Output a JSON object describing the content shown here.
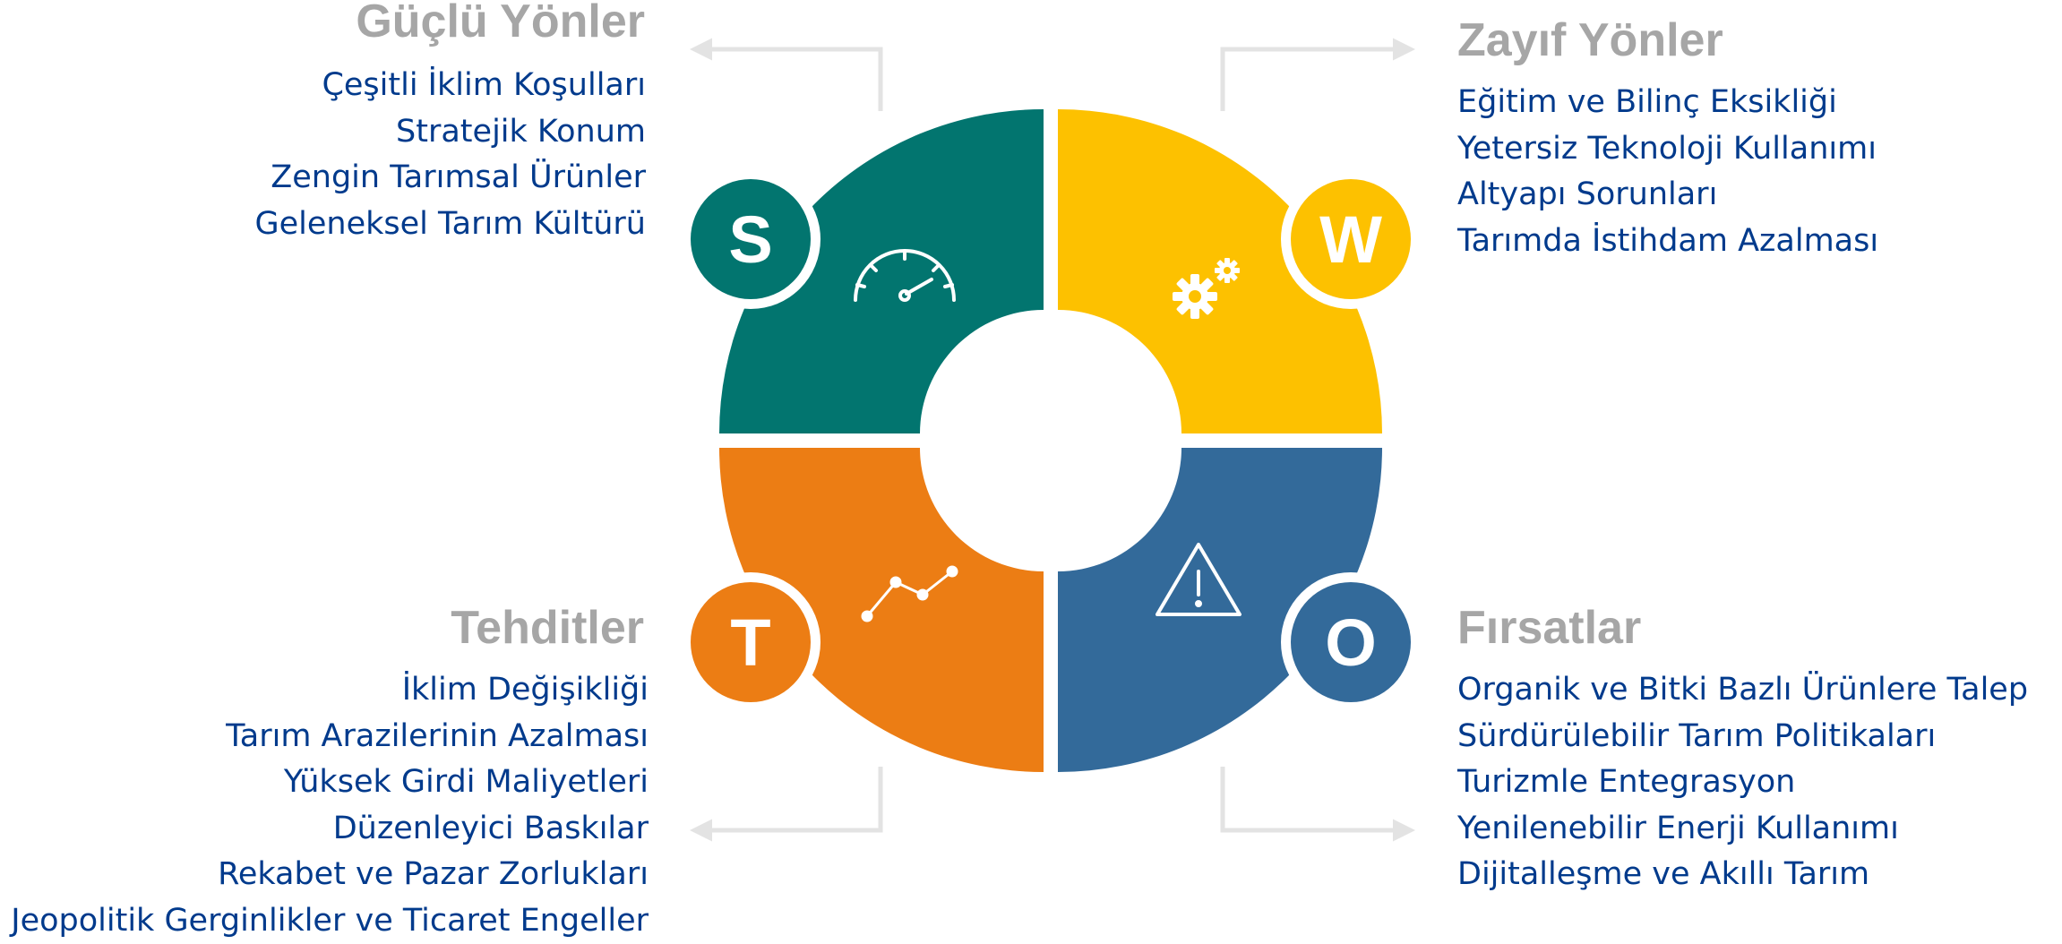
{
  "swot": {
    "strengths": {
      "letter": "S",
      "title": "Güçlü Yönler",
      "items": [
        "Çeşitli İklim Koşulları",
        "Stratejik Konum",
        "Zengin Tarımsal Ürünler",
        "Geleneksel Tarım Kültürü"
      ],
      "color": "#02756f",
      "icon": "speedometer-icon"
    },
    "weaknesses": {
      "letter": "W",
      "title": "Zayıf Yönler",
      "items": [
        "Eğitim ve Bilinç Eksikliği",
        "Yetersiz Teknoloji Kullanımı",
        "Altyapı Sorunları",
        "Tarımda İstihdam Azalması"
      ],
      "color": "#fdc100",
      "icon": "gears-icon"
    },
    "opportunities": {
      "letter": "O",
      "title": "Fırsatlar",
      "items": [
        "Organik ve Bitki Bazlı Ürünlere Talep",
        "Sürdürülebilir Tarım Politikaları",
        "Turizmle Entegrasyon",
        "Yenilenebilir Enerji Kullanımı",
        "Dijitalleşme ve Akıllı Tarım"
      ],
      "color": "#336a9a",
      "icon": "warning-triangle-icon"
    },
    "threats": {
      "letter": "T",
      "title": "Tehditler",
      "items": [
        "İklim Değişikliği",
        "Tarım Arazilerinin Azalması",
        "Yüksek Girdi Maliyetleri",
        "Düzenleyici Baskılar",
        "Rekabet ve Pazar Zorlukları",
        "Jeopolitik Gerginlikler ve Ticaret Engeller"
      ],
      "color": "#ec7d14",
      "icon": "line-chart-icon"
    }
  },
  "colors": {
    "heading": "#a6a6a6",
    "list_text": "#003a8c",
    "connector": "#e3e3e3"
  }
}
